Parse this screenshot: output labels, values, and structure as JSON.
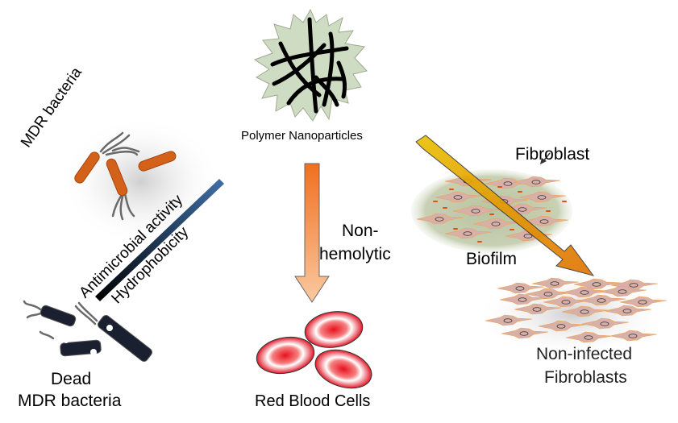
{
  "labels": {
    "polymer": "Polymer Nanoparticles",
    "mdr": "MDR bacteria",
    "antimicrobial": "Antimicrobial activity",
    "hydrophobicity": "Hydrophobicity",
    "dead_line1": "Dead",
    "dead_line2": "MDR bacteria",
    "nonhemo_line1": "Non-",
    "nonhemo_line2": "hemolytic",
    "rbc": "Red Blood Cells",
    "fibroblast": "Fibroblast",
    "biofilm": "Biofilm",
    "noninf_line1": "Non-infected",
    "noninf_line2": "Fibroblasts"
  },
  "colors": {
    "bacteria_orange": "#d4611a",
    "polymer_bg": "#cfdcc4",
    "arrow_orange": "#f07d32",
    "arrow_gold": "#e5b000",
    "rbc_red": "#e82030",
    "gradient_dark": "#0a0a0a",
    "gradient_blue": "#3a6090"
  }
}
